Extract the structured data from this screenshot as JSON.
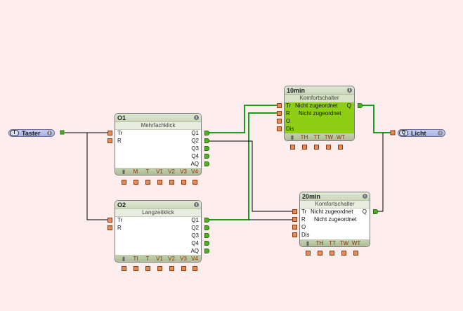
{
  "colors": {
    "background": "#fdeded",
    "active_block": "#8ecf16",
    "active_wire": "#1f9a1f",
    "inactive_wire": "#000000"
  },
  "inputs": [
    {
      "kind": "I",
      "label": "Taster",
      "icon": "info-icon"
    }
  ],
  "outputs": [
    {
      "kind": "Q",
      "label": "Licht",
      "icon": "info-icon"
    }
  ],
  "blocks": {
    "o1": {
      "id": "O1",
      "type": "Mehrfachklick",
      "inputs": [
        "Tr",
        "R"
      ],
      "outputs": [
        "Q1",
        "Q2",
        "Q3",
        "Q4",
        "AQ"
      ],
      "params": [
        "M",
        "T",
        "V1",
        "V2",
        "V3",
        "V4"
      ]
    },
    "o2": {
      "id": "O2",
      "type": "Langzeitklick",
      "inputs": [
        "Tr",
        "R"
      ],
      "outputs": [
        "Q1",
        "Q2",
        "Q3",
        "Q4",
        "AQ"
      ],
      "params": [
        "TI",
        "T",
        "V1",
        "V2",
        "V3",
        "V4"
      ]
    },
    "k10": {
      "id": "10min",
      "type": "Komfortschalter",
      "inputs": [
        "Tr",
        "R",
        "O",
        "Dis"
      ],
      "tr_text": "Nicht zugeordnet",
      "r_text": "Nicht zugeordnet",
      "outputs": [
        "Q"
      ],
      "params": [
        "TH",
        "TT",
        "TW",
        "WT"
      ],
      "active": true
    },
    "k20": {
      "id": "20min",
      "type": "Komfortschalter",
      "inputs": [
        "Tr",
        "R",
        "O",
        "Dis"
      ],
      "tr_text": "Nicht zugeordnet",
      "r_text": "Nicht zugeordnet",
      "outputs": [
        "Q"
      ],
      "params": [
        "TH",
        "TT",
        "TW",
        "WT"
      ],
      "active": false
    }
  }
}
